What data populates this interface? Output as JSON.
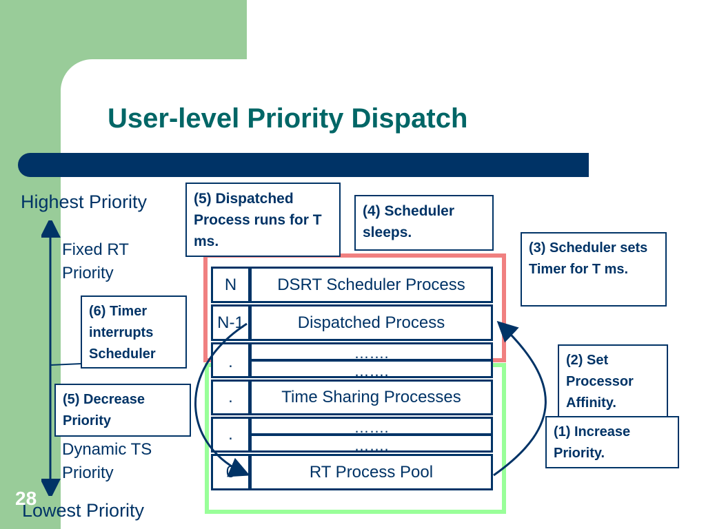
{
  "slide": {
    "title": "User-level Priority Dispatch",
    "page_number": "28"
  },
  "priority_axis": {
    "highest_label": "Highest Priority",
    "lowest_label": "Lowest Priority",
    "fixed_rt_label": "Fixed RT Priority",
    "dynamic_ts_label": "Dynamic TS Priority"
  },
  "steps": {
    "step1": "(1) Increase Priority.",
    "step2": "(2) Set Processor Affinity.",
    "step3": "(3) Scheduler sets Timer for T ms.",
    "step4": "(4) Scheduler sleeps.",
    "step5_dispatch": "(5) Dispatched Process runs for T ms.",
    "step5_decrease": "(5) Decrease Priority",
    "step6": "(6) Timer interrupts Scheduler"
  },
  "queue": {
    "rows": [
      {
        "index": "N",
        "label": "DSRT Scheduler Process"
      },
      {
        "index": "N-1",
        "label": "Dispatched Process"
      },
      {
        "index": ".",
        "label": "……."
      },
      {
        "index": ".",
        "label": "Time Sharing Processes"
      },
      {
        "index": ".",
        "label": "……."
      },
      {
        "index": "0",
        "label": "RT Process Pool"
      }
    ],
    "extra_dots": "……."
  },
  "colors": {
    "background_green": "#99cc99",
    "title_teal": "#006666",
    "navy": "#003366",
    "rt_highlight": "#f08080",
    "ts_highlight": "#99ff99"
  }
}
